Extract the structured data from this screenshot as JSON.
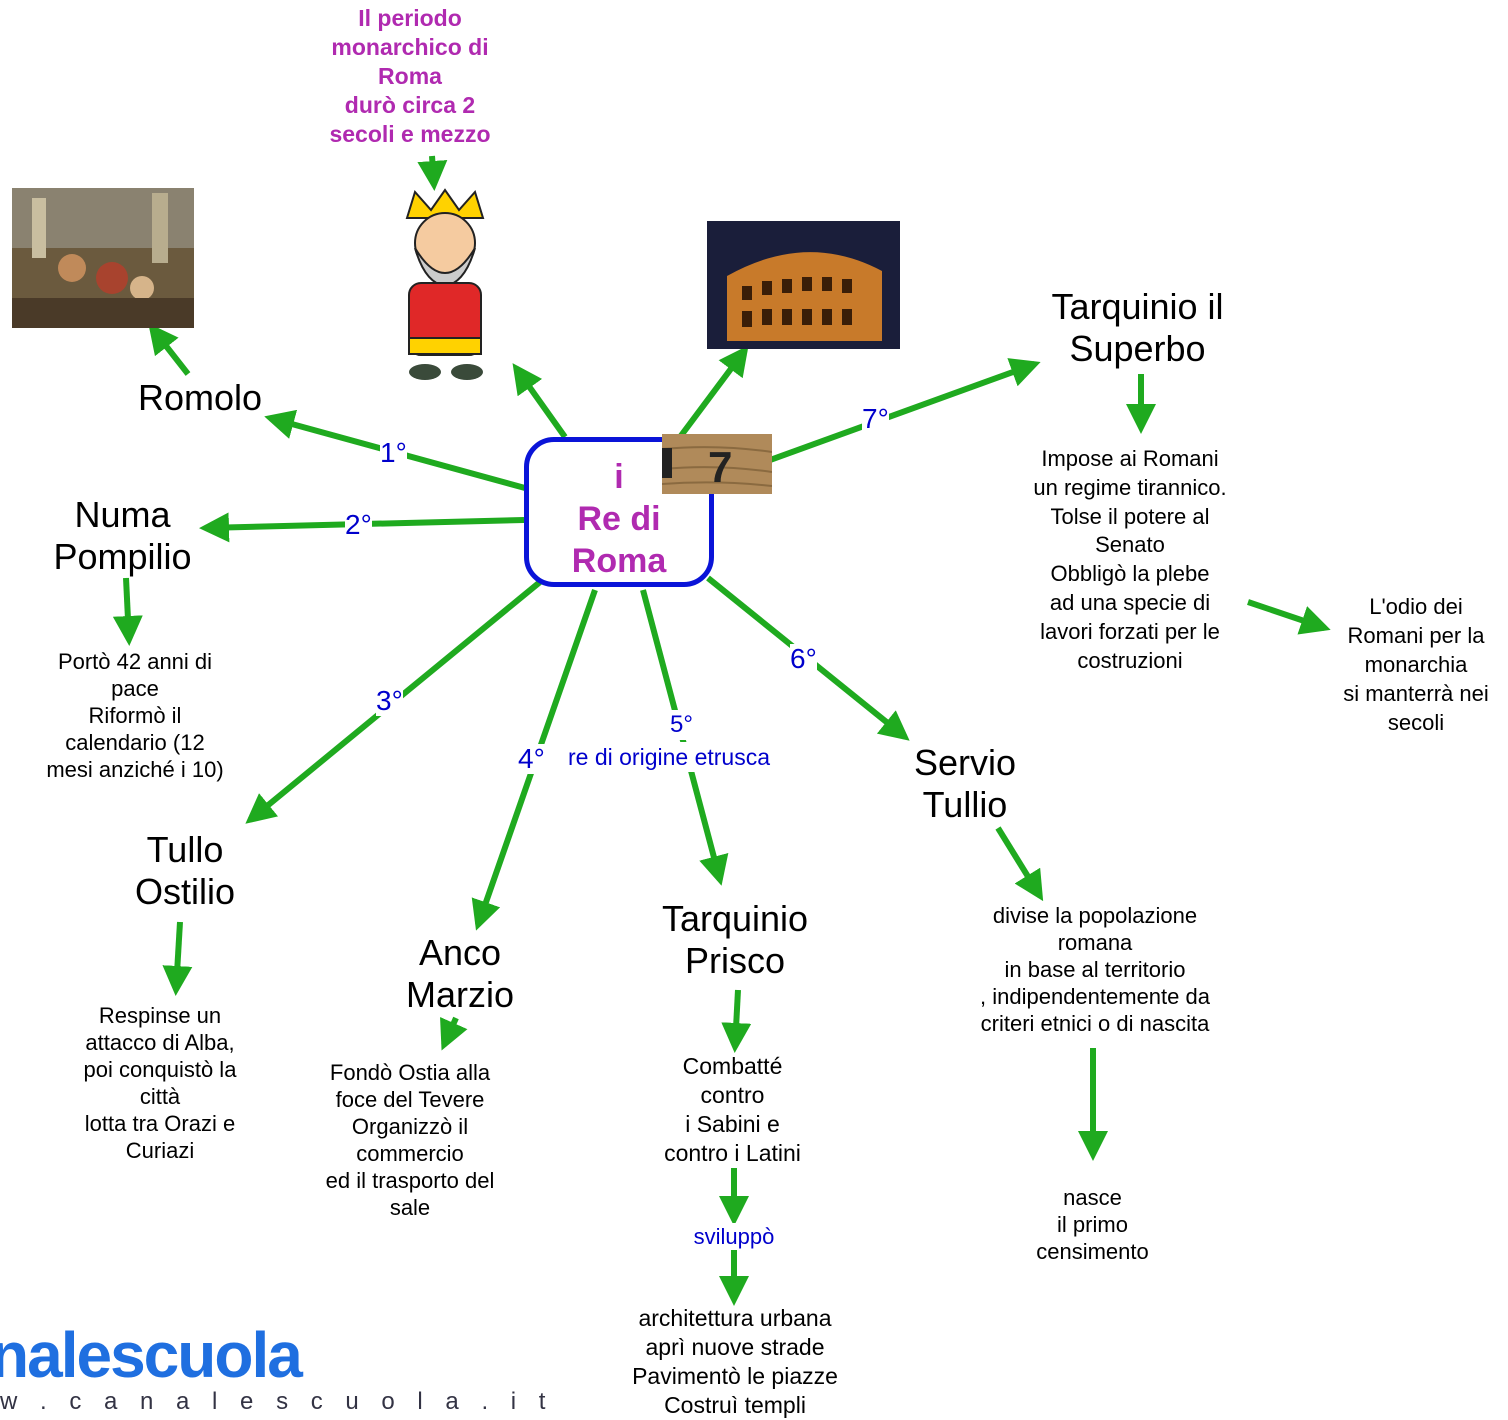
{
  "center": {
    "title": "i\nRe di\nRoma"
  },
  "intro_note": "Il periodo\nmonarchico di\nRoma\ndurò circa 2\nsecoli e mezzo",
  "kings": [
    {
      "order": "1°",
      "name": "Romolo"
    },
    {
      "order": "2°",
      "name": "Numa\nPompilio"
    },
    {
      "order": "3°",
      "name": "Tullo\nOstilio"
    },
    {
      "order": "4°",
      "name": "Anco\nMarzio"
    },
    {
      "order": "5°",
      "name": "Tarquinio\nPrisco"
    },
    {
      "order": "6°",
      "name": "Servio\nTullio"
    },
    {
      "order": "7°",
      "name": "Tarquinio il\nSuperbo"
    }
  ],
  "etruscan_label": "re di origine etrusca",
  "descriptions": {
    "numa": "Portò 42 anni di\npace\nRiformò il\ncalendario (12\nmesi anziché i 10)",
    "tullo": "Respinse un\nattacco di Alba,\npoi conquistò la\ncittà\nlotta tra Orazi e\nCuriazi",
    "anco": "Fondò Ostia alla\nfoce del Tevere\nOrganizzò il\ncommercio\ned il trasporto del\nsale",
    "prisco": "Combatté\ncontro\ni Sabini e\ncontro i Latini",
    "prisco_link": "sviluppò",
    "prisco_result": "architettura urbana\naprì nuove strade\nPavimentò le piazze\nCostruì templi",
    "servio": "divise la popolazione\nromana\nin base al territorio\n, indipendentemente da\ncriteri etnici o di nascita",
    "servio_result": "nasce\nil primo\ncensimento",
    "superbo": "Impose ai Romani\nun regime tirannico.\nTolse il potere al\nSenato\nObbligò la plebe\nad una specie di\nlavori forzati per le\ncostruzioni",
    "superbo_result": "L'odio dei\nRomani per la\nmonarchia\nsi manterrà nei\nsecoli"
  },
  "images": [
    {
      "icon": "painting-romulus-image"
    },
    {
      "icon": "king-cartoon-image"
    },
    {
      "icon": "colosseum-image"
    },
    {
      "icon": "wood-number-seven-image",
      "text": "7"
    }
  ],
  "logo": {
    "name": "nalescuola",
    "url": "w . c a n a l e s c u o l a . i t"
  },
  "colors": {
    "arrow": "#1faa1f",
    "center_border": "#0a14d8",
    "purple": "#b02ab0",
    "blue": "#0000cc"
  }
}
